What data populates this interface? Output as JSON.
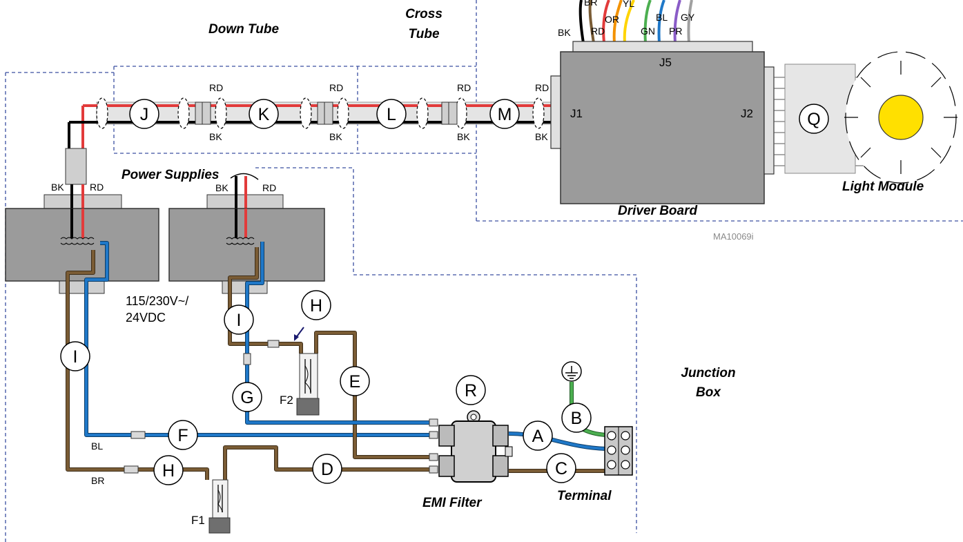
{
  "diagram": {
    "headings": {
      "down_tube": "Down Tube",
      "cross_tube_1": "Cross",
      "cross_tube_2": "Tube",
      "power_supplies": "Power Supplies",
      "driver_board": "Driver Board",
      "light_module": "Light Module",
      "junction_box_1": "Junction",
      "junction_box_2": "Box",
      "emi_filter": "EMI Filter",
      "terminal": "Terminal",
      "voltage_1": "115/230V~/",
      "voltage_2": "24VDC",
      "figure_id": "MA10069i"
    },
    "connectors": {
      "j1": "J1",
      "j2": "J2",
      "j5": "J5"
    },
    "fuses": {
      "f1": "F1",
      "f2": "F2"
    },
    "wire_colors": {
      "bk": "BK",
      "rd": "RD",
      "bl": "BL",
      "br": "BR",
      "or": "OR",
      "yl": "YL",
      "gn": "GN",
      "pr": "PR",
      "gy": "GY"
    },
    "callouts": {
      "a": "A",
      "b": "B",
      "c": "C",
      "d": "D",
      "e": "E",
      "f": "F",
      "g": "G",
      "h": "H",
      "i": "I",
      "j": "J",
      "k": "K",
      "l": "L",
      "m": "M",
      "q": "Q",
      "r": "R"
    },
    "colors": {
      "black_wire": "#000000",
      "red_wire": "#e23b3b",
      "blue_wire": "#1f78c8",
      "brown_wire": "#7a5c35",
      "green_wire": "#4caf50",
      "yellow_wire": "#ffd400",
      "orange_wire": "#f39200",
      "purple_wire": "#8a5cc7",
      "gray_wire": "#a0a0a0",
      "housing_gray": "#9b9b9b",
      "connector_gray": "#d9d9d9",
      "lamp_yellow": "#ffe000",
      "boundary_dash": "#3a4fa0"
    }
  }
}
